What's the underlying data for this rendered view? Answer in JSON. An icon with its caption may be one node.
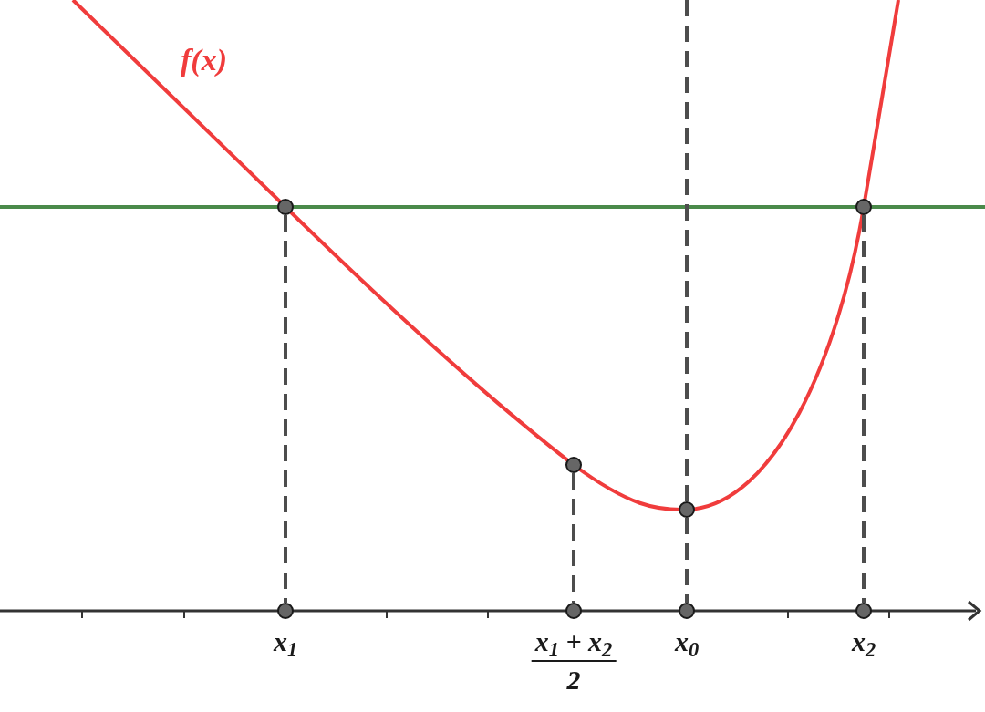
{
  "diagram": {
    "nodes": [
      {
        "text": [],
        "shape": "circle"
      },
      {
        "text": [],
        "shape": "circle"
      },
      {
        "text": [],
        "shape": "circle"
      },
      {
        "text": [],
        "shape": "circle"
      },
      {
        "text": [],
        "shape": "circle",
        "beside": [
          "x$_{1}$"
        ]
      },
      {
        "text": [],
        "shape": "circle",
        "beside": [
          "x$_{1}$ + x$_{2}$",
          "2"
        ]
      },
      {
        "text": [],
        "shape": "circle",
        "beside": [
          "x$_{0}$"
        ]
      },
      {
        "text": [],
        "shape": "circle",
        "beside": [
          "x$_{2}$"
        ]
      }
    ],
    "edges": [
      {
        "from": 0,
        "to": 4,
        "arrow": "none",
        "style": "dashed"
      },
      {
        "from": 1,
        "to": 5,
        "arrow": "none",
        "style": "dashed"
      },
      {
        "from": null,
        "to": 2,
        "arrow": "none",
        "style": "dashed"
      },
      {
        "from": 2,
        "to": 6,
        "arrow": "none",
        "style": "dashed"
      },
      {
        "from": 3,
        "to": 7,
        "arrow": "none",
        "style": "dashed"
      }
    ],
    "labels": [
      "f(x)"
    ]
  }
}
